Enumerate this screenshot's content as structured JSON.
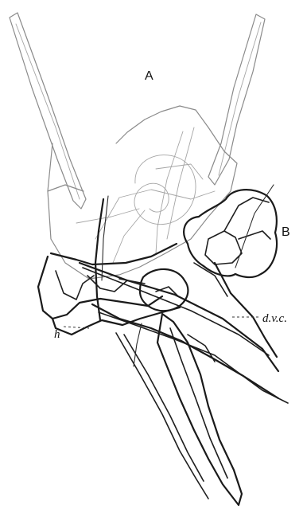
{
  "figure": {
    "labels": {
      "a": "A",
      "b": "B",
      "h": "h",
      "dvc": "d.v.c."
    }
  }
}
